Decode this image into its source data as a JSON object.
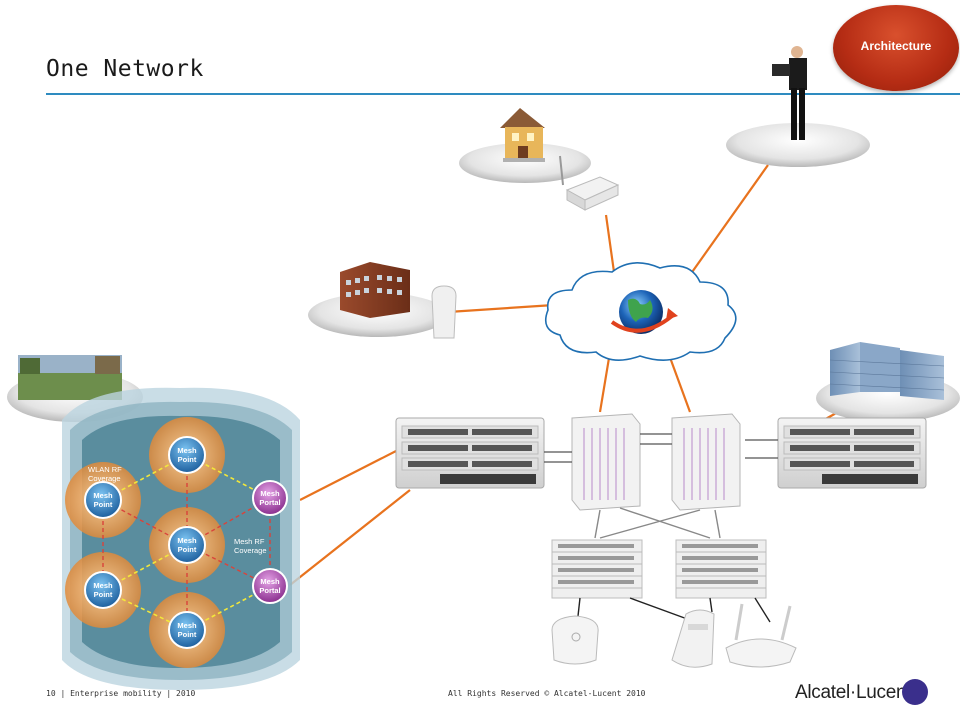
{
  "header": {
    "title": "One Network",
    "badge": "Architecture"
  },
  "footer": {
    "left": "10 | Enterprise mobility |  2010",
    "center": "All Rights Reserved © Alcatel-Lucent 2010",
    "logo": "Alcatel·Lucent"
  },
  "mesh": {
    "nodes": [
      {
        "line1": "Mesh",
        "line2": "Point"
      },
      {
        "line1": "Mesh",
        "line2": "Point"
      },
      {
        "line1": "Mesh",
        "line2": "Point"
      },
      {
        "line1": "Mesh",
        "line2": "Point"
      },
      {
        "line1": "Mesh",
        "line2": "Point"
      },
      {
        "line1": "Mesh",
        "line2": "Portal"
      },
      {
        "line1": "Mesh",
        "line2": "Portal"
      }
    ],
    "wlan_label_1": "WLAN RF",
    "wlan_label_2": "Coverage",
    "mesh_label_1": "Mesh RF",
    "mesh_label_2": "Coverage"
  },
  "colors": {
    "accent_line": "#2e8bc0",
    "link": "#e8731e",
    "badge": "#b52c14",
    "mesh_point": "#2a7fc0",
    "mesh_portal": "#a24ea8"
  }
}
